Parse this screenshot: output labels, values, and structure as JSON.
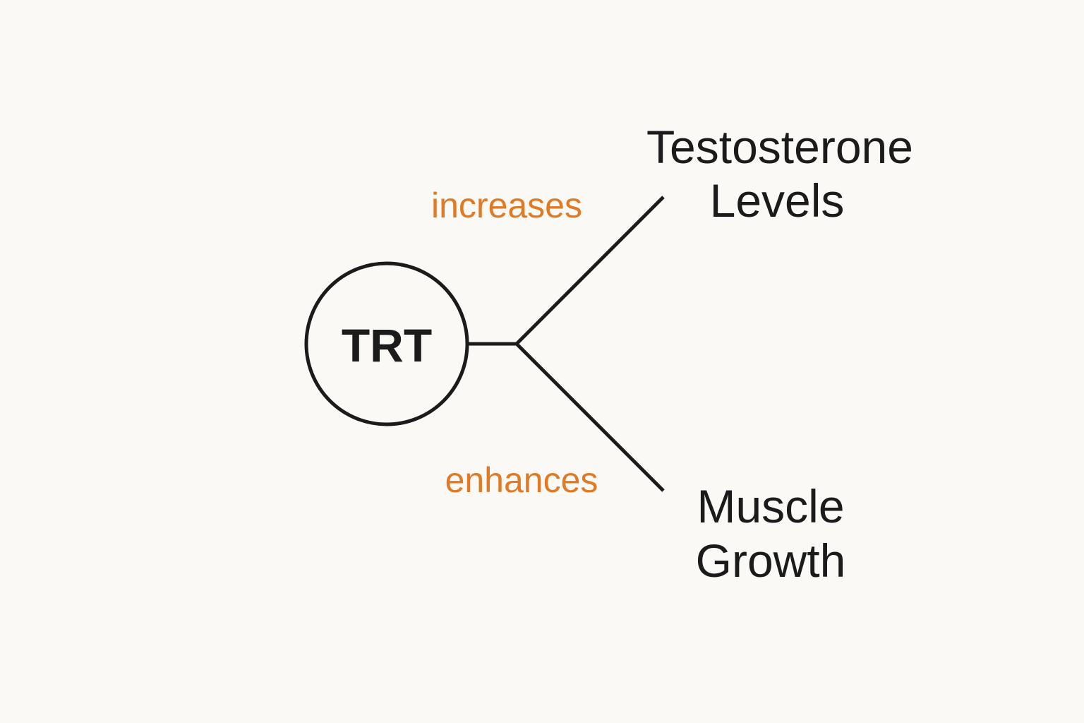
{
  "colors": {
    "background": "#faf9f6",
    "stroke": "#1b1b1b",
    "text": "#1b1b1b",
    "accent": "#e07a25"
  },
  "center_node": {
    "label": "TRT"
  },
  "targets": {
    "top": {
      "line1": "Testosterone",
      "line2": "Levels"
    },
    "bottom": {
      "line1": "Muscle",
      "line2": "Growth"
    }
  },
  "edges": {
    "top_label": "increases",
    "bottom_label": "enhances"
  }
}
